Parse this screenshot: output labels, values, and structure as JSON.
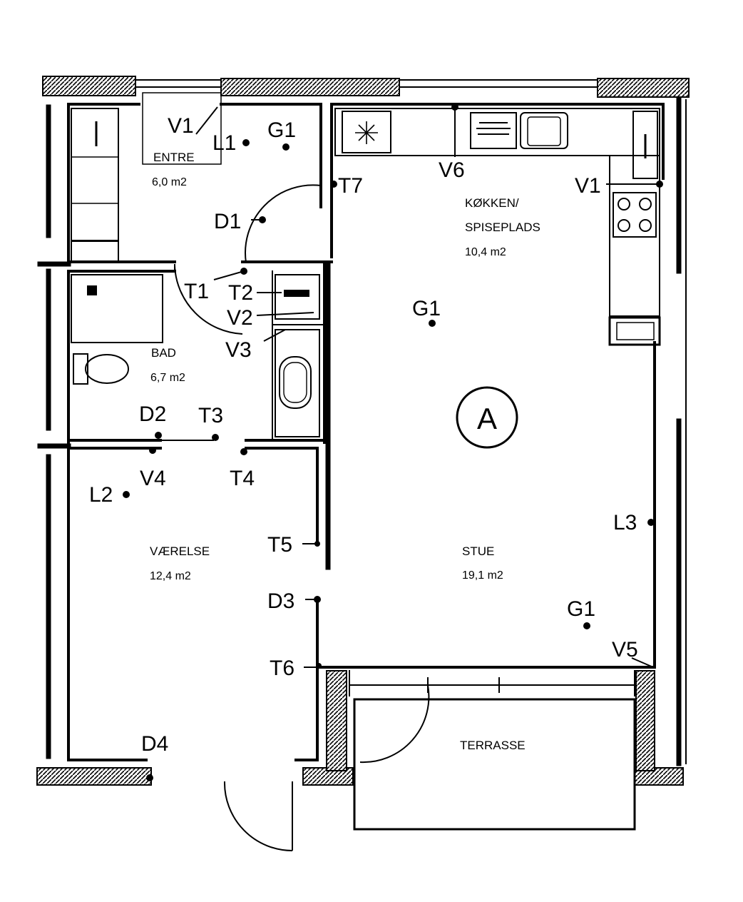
{
  "rooms": {
    "entre": {
      "name": "ENTRE",
      "area": "6,0 m2"
    },
    "bad": {
      "name": "BAD",
      "area": "6,7 m2"
    },
    "kokken": {
      "name_line1": "KØKKEN/",
      "name_line2": "SPISEPLADS",
      "area": "10,4 m2"
    },
    "vaerelse": {
      "name": "VÆRELSE",
      "area": "12,4 m2"
    },
    "stue": {
      "name": "STUE",
      "area": "19,1 m2"
    },
    "terrasse": {
      "name": "TERRASSE"
    }
  },
  "marker": "A",
  "codes": {
    "v1_entre": "V1",
    "l1": "L1",
    "g1_entre": "G1",
    "d1": "D1",
    "t7": "T7",
    "v6": "V6",
    "v1_kitchen": "V1",
    "t1": "T1",
    "t2": "T2",
    "v2": "V2",
    "v3": "V3",
    "g1_kitchen": "G1",
    "d2": "D2",
    "t3": "T3",
    "v4": "V4",
    "t4": "T4",
    "l2": "L2",
    "t5": "T5",
    "d3": "D3",
    "l3": "L3",
    "g1_stue": "G1",
    "v5": "V5",
    "t6": "T6",
    "d4": "D4"
  }
}
